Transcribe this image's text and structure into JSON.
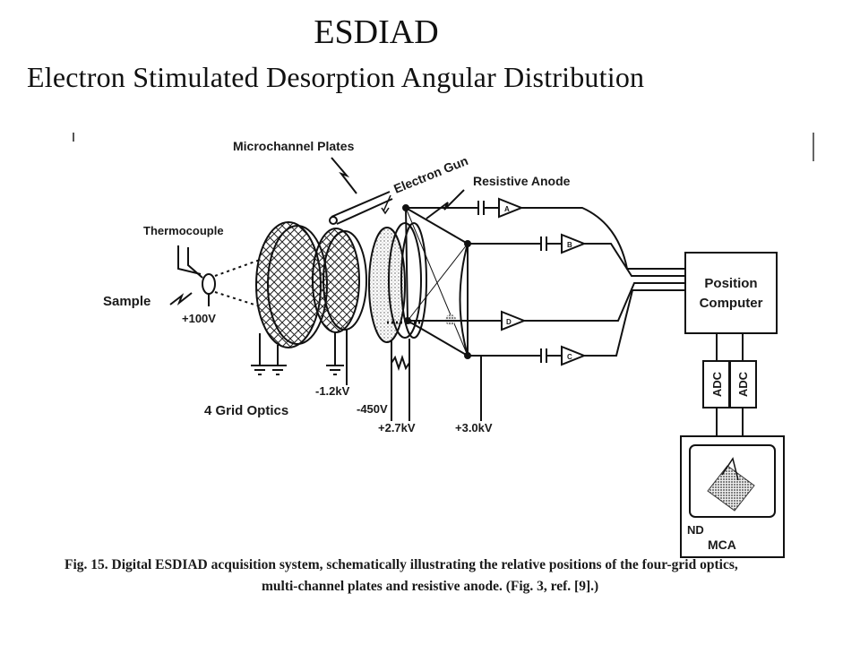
{
  "header": {
    "title": "ESDIAD",
    "subtitle": "Electron Stimulated Desorption Angular Distribution"
  },
  "diagram": {
    "labels": {
      "microchannel_plates": "Microchannel Plates",
      "electron_gun": "Electron Gun",
      "resistive_anode": "Resistive Anode",
      "thermocouple": "Thermocouple",
      "sample": "Sample",
      "sample_voltage": "+100V",
      "grid_voltage": "-1.2kV",
      "grid_optics": "4 Grid Optics",
      "mcp_front_voltage": "-450V",
      "mcp_back_voltage": "+2.7kV",
      "anode_voltage": "+3.0kV",
      "amp_a": "A",
      "amp_b": "B",
      "amp_c": "C",
      "amp_d": "D",
      "position_computer_line1": "Position",
      "position_computer_line2": "Computer",
      "adc_left": "ADC",
      "adc_right": "ADC",
      "mca_nd": "ND",
      "mca": "MCA"
    }
  },
  "caption": {
    "line1": "Fig. 15. Digital ESDIAD acquisition system, schematically illustrating the relative positions of the four-grid optics,",
    "line2": "multi-channel plates and resistive anode. (Fig. 3, ref. [9].)"
  }
}
